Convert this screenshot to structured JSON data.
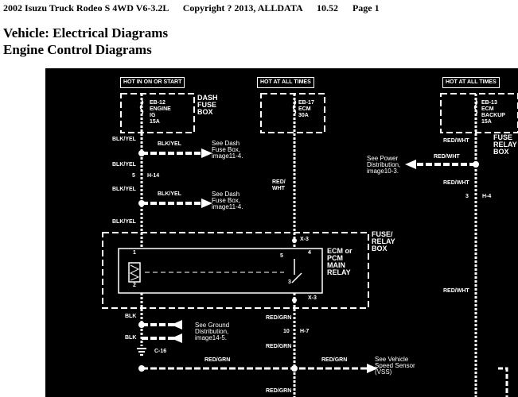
{
  "header": {
    "vehicle": "2002 Isuzu Truck Rodeo S 4WD V6-3.2L",
    "copyright": "Copyright ? 2013, ALLDATA",
    "version": "10.52",
    "page": "Page 1"
  },
  "title": {
    "line1": "Vehicle: Electrical Diagrams",
    "line2": "Engine Control Diagrams"
  },
  "diagram": {
    "power_labels": [
      "HOT IN ON OR START",
      "HOT AT ALL TIMES",
      "HOT AT ALL TIMES"
    ],
    "fuse_eb12": [
      "EB-12",
      "ENGINE",
      "IG",
      "15A"
    ],
    "fuse_eb17": [
      "EB-17",
      "ECM",
      "30A"
    ],
    "fuse_eb13": [
      "EB-13",
      "ECM",
      "BACKUP",
      "15A"
    ],
    "dash_fuse_box": [
      "DASH",
      "FUSE",
      "BOX"
    ],
    "fuse_relay_right": [
      "FUSE",
      "RELAY",
      "BOX"
    ],
    "fuse_relay_box": [
      "FUSE/",
      "RELAY",
      "BOX"
    ],
    "relay_name": [
      "ECM or",
      "PCM",
      "MAIN",
      "RELAY"
    ],
    "see_dash_1": [
      "See Dash",
      "Fuse Box,",
      "image11-4."
    ],
    "see_dash_2": [
      "See Dash",
      "Fuse Box,",
      "image11-4."
    ],
    "see_power": [
      "See Power",
      "Distribution,",
      "image10-3."
    ],
    "see_ground": [
      "See Ground",
      "Distribution,",
      "image14-5."
    ],
    "see_vss": [
      "See Vehicle",
      "Speed Sensor",
      "(VSS)"
    ],
    "wires": {
      "blk_yel": "BLK/YEL",
      "red_wht": "RED/WHT",
      "red_wht_split": [
        "RED/",
        "WHT"
      ],
      "red_grn": "RED/GRN",
      "blk": "BLK"
    },
    "connectors": {
      "h14": "H-14",
      "h14_pin": "5",
      "h4": "H-4",
      "h4_pin": "3",
      "h7": "H-7",
      "h7_pin": "10",
      "x3": "X-3",
      "c16": "C-16",
      "pin1": "1",
      "pin2": "2",
      "pin3": "3",
      "pin4": "4",
      "pin5": "5"
    }
  }
}
